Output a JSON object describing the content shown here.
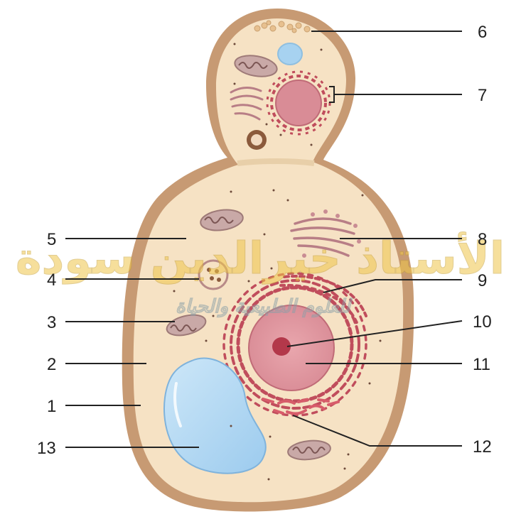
{
  "labels": {
    "l1": "1",
    "l2": "2",
    "l3": "3",
    "l4": "4",
    "l5": "5",
    "l6": "6",
    "l7": "7",
    "l8": "8",
    "l9": "9",
    "l10": "10",
    "l11": "11",
    "l12": "12",
    "l13": "13"
  },
  "watermark": {
    "main": "الأستاذ خيرالدين سودة",
    "sub": "للعلوم الطبيعية والحياة"
  },
  "colors": {
    "cell_wall": "#c79a73",
    "cytoplasm": "#f6e2c4",
    "vacuole": "#a7d2f0",
    "nucleus": "#d98c96",
    "er": "#c04d5c",
    "watermark": "#f0c64a"
  }
}
